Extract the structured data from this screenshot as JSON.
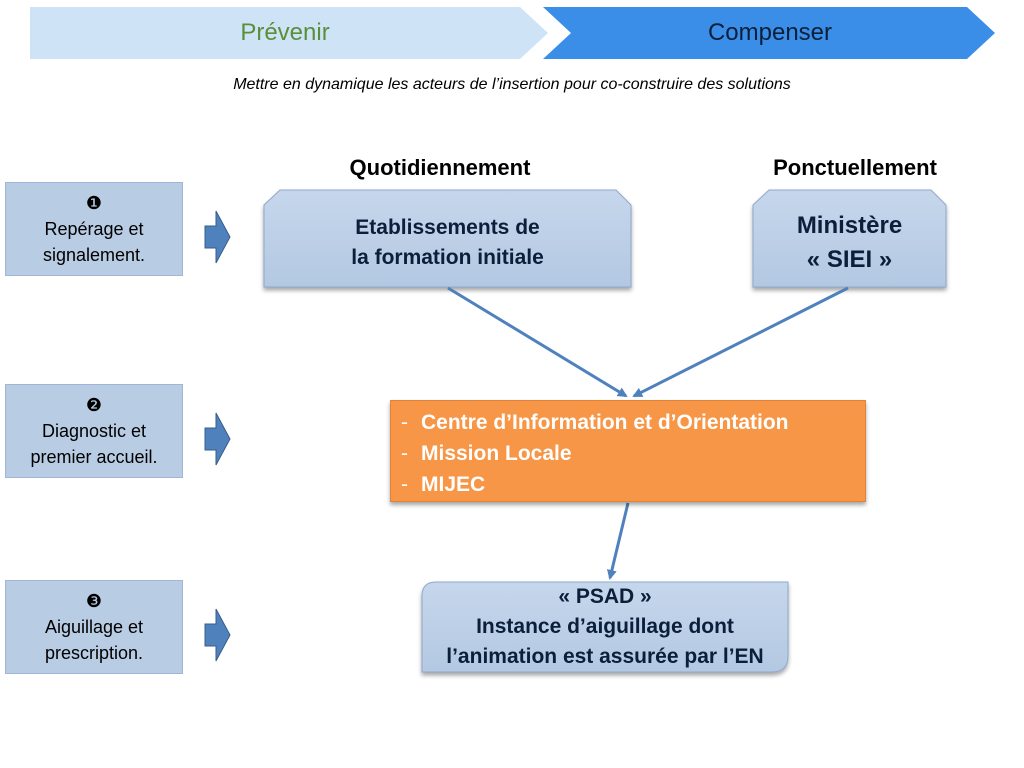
{
  "phases": {
    "prevent": "Prévenir",
    "compensate": "Compenser"
  },
  "subtitle": "Mettre en dynamique les acteurs de l’insertion pour co-construire des solutions",
  "headers": {
    "daily": "Quotidiennement",
    "occasional": "Ponctuellement"
  },
  "steps": [
    {
      "number": "❶",
      "line1": "Repérage et",
      "line2": "signalement."
    },
    {
      "number": "❷",
      "line1": "Diagnostic et",
      "line2": "premier accueil."
    },
    {
      "number": "❸",
      "line1": "Aiguillage et",
      "line2": "prescription."
    }
  ],
  "boxes": {
    "schools": {
      "line1": "Etablissements de",
      "line2": "la formation initiale"
    },
    "ministry": {
      "line1": "Ministère",
      "line2": "« SIEI »"
    },
    "partners": {
      "dash": "-",
      "items": [
        "Centre d’Information et d’Orientation",
        "Mission Locale",
        "MIJEC"
      ]
    },
    "psad": {
      "line1": "« PSAD »",
      "line2": "Instance d’aiguillage dont",
      "line3": "l’animation est assurée par l’EN"
    }
  },
  "colors": {
    "light_blue": "#b8cce4",
    "chevron_light": "#cfe3f7",
    "chevron_dark": "#3a8ee8",
    "orange": "#f79646",
    "connector": "#4f81bd"
  }
}
